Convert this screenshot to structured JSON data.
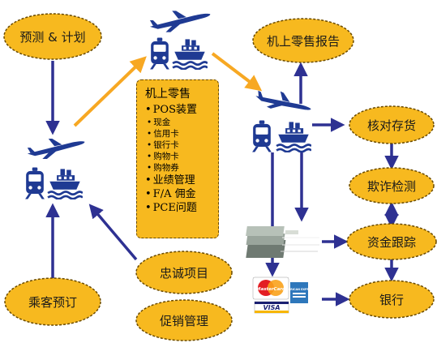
{
  "nodes": {
    "forecast": "预测 & 计划",
    "inflight_report": "机上零售报告",
    "inventory_check": "核对存货",
    "fraud_detection": "欺诈检测",
    "fund_tracking": "资金跟踪",
    "bank": "银行",
    "loyalty": "忠诚项目",
    "promotion": "促销管理",
    "passenger_booking": "乘客预订"
  },
  "center_box": {
    "title": "机上零售",
    "items": [
      {
        "text": "POS装置",
        "level": "main"
      },
      {
        "text": "现金",
        "level": "sub"
      },
      {
        "text": "信用卡",
        "level": "sub"
      },
      {
        "text": "银行卡",
        "level": "sub"
      },
      {
        "text": "购物卡",
        "level": "sub"
      },
      {
        "text": "购物券",
        "level": "sub"
      },
      {
        "text": "业绩管理",
        "level": "main"
      },
      {
        "text": "F/A 佣金",
        "level": "main"
      },
      {
        "text": "PCE问题",
        "level": "main"
      }
    ]
  },
  "card_logos": {
    "mastercard": "MasterCard",
    "visa": "VISA",
    "amex": "AMERICAN EXPRESS"
  },
  "colors": {
    "node_fill": "#f7b91f",
    "node_border": "#6a4a00",
    "arrow_blue": "#2e3192",
    "arrow_orange": "#f7a823",
    "transport_icon": "#1f3a93"
  }
}
